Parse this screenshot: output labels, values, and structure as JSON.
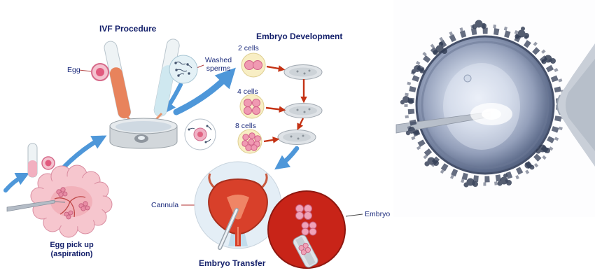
{
  "diagram": {
    "titles": {
      "ivf_procedure": "IVF Procedure",
      "embryo_development": "Embryo Development",
      "embryo_transfer": "Embryo Transfer",
      "egg_pickup": "Egg pick up",
      "egg_pickup_sub": "(aspiration)"
    },
    "labels": {
      "egg": "Egg",
      "washed_sperms": "Washed sperms",
      "two_cells": "2 cells",
      "four_cells": "4 cells",
      "eight_cells": "8 cells",
      "cannula": "Cannula",
      "embryo": "Embryo"
    },
    "colors": {
      "label_navy": "#1c2b7c",
      "title_navy": "#14206b",
      "arrow_blue": "#3f8fd6",
      "arrow_red": "#c43214",
      "egg_pink": "#e15a7e",
      "yellow_cell_bg": "#f8eec4",
      "transfer_red": "#c82418",
      "dish_gray": "#dfe3e7",
      "photo_cell_blue": "#42506e"
    }
  }
}
